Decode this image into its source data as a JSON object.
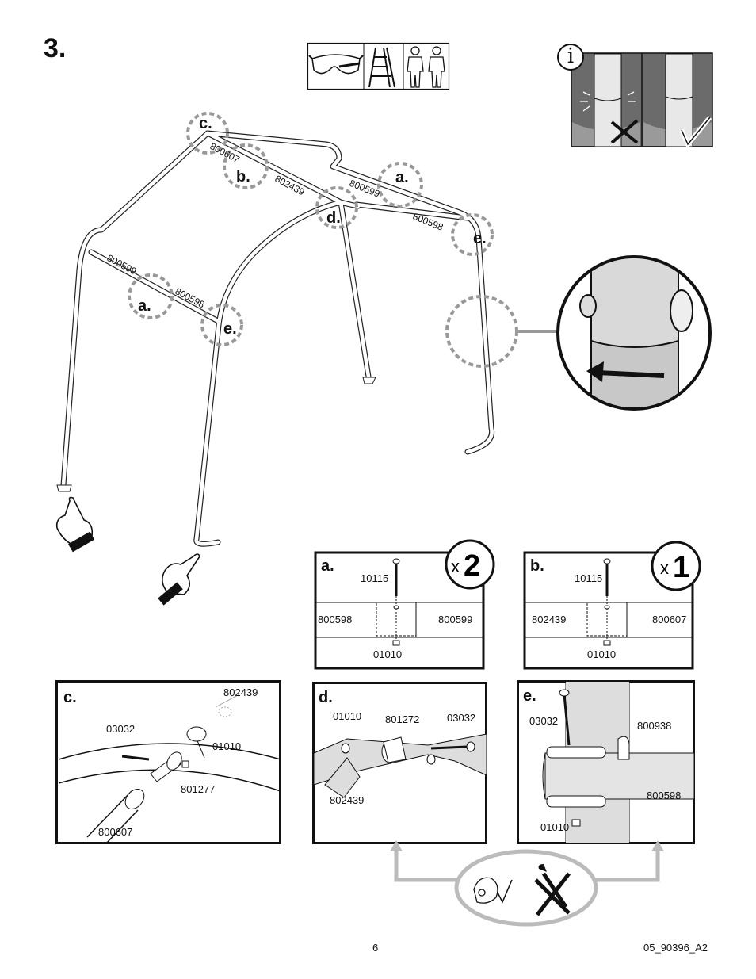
{
  "step_number": "3.",
  "info_symbol": "i",
  "frame_parts": {
    "c_top": "800607",
    "b_top": "802439",
    "a_right_upper": "800599",
    "a_right_lower": "800598",
    "a_left_upper": "800599",
    "a_left_lower": "800598"
  },
  "callouts": {
    "c": "c.",
    "b": "b.",
    "a_right": "a.",
    "d": "d.",
    "e_right": "e.",
    "a_left": "a.",
    "e_left": "e."
  },
  "panel_a": {
    "letter": "a.",
    "qty_x": "x",
    "qty_n": "2",
    "bolt": "10115",
    "left_part": "800598",
    "right_part": "800599",
    "nut": "01010"
  },
  "panel_b": {
    "letter": "b.",
    "qty_x": "x",
    "qty_n": "1",
    "bolt": "10115",
    "left_part": "802439",
    "right_part": "800607",
    "nut": "01010"
  },
  "panel_c": {
    "letter": "c.",
    "part_top": "802439",
    "bolt": "03032",
    "nut": "01010",
    "connector": "801277",
    "tube": "800607"
  },
  "panel_d": {
    "letter": "d.",
    "nut": "01010",
    "connector": "801272",
    "bolt": "03032",
    "tube": "802439"
  },
  "panel_e": {
    "letter": "e.",
    "bolt": "03032",
    "bracket": "800938",
    "tube": "800598",
    "nut": "01010"
  },
  "footer": {
    "page": "6",
    "doc_code": "05_90396_A2"
  }
}
